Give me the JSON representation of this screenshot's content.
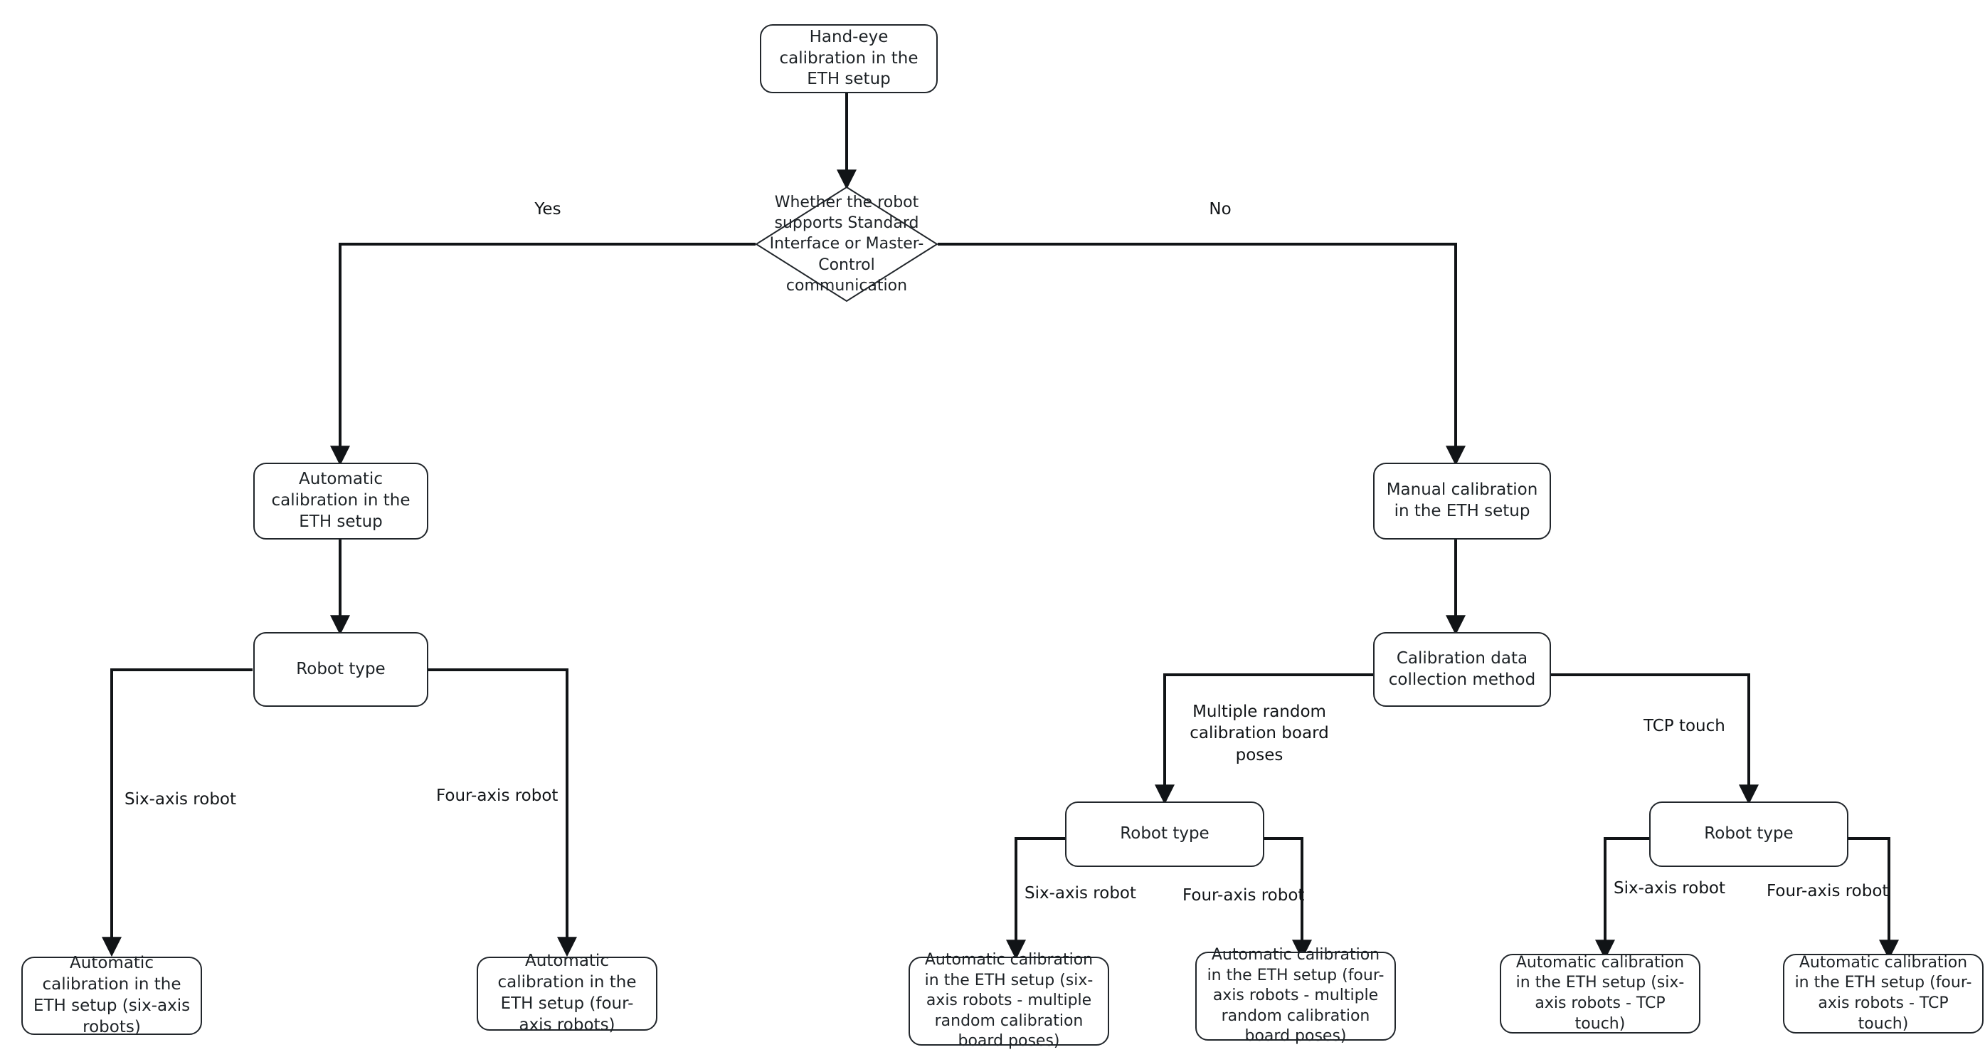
{
  "diagram": {
    "title": "Hand-eye calibration decision flow (ETH setup)",
    "type": "flowchart",
    "background_color": "#ffffff",
    "stroke_color": "#21262b",
    "text_color": "#1d2226"
  },
  "nodes": {
    "root": "Hand-eye calibration in the ETH setup",
    "decision_comm": "Whether the robot supports Standard Interface or Master-Control communication",
    "auto_eth": "Automatic calibration in the ETH setup",
    "manual_eth": "Manual calibration in the ETH setup",
    "robot_type_left": "Robot type",
    "collection_method": "Calibration data collection method",
    "robot_type_random": "Robot type",
    "robot_type_tcp": "Robot type",
    "leaf_auto_six": "Automatic calibration in the ETH setup (six-axis robots)",
    "leaf_auto_four": "Automatic calibration in the ETH setup (four-axis robots)",
    "leaf_random_six": "Automatic calibration in the ETH setup (six-axis robots - multiple random calibration board poses)",
    "leaf_random_four": "Automatic calibration in the ETH setup (four-axis robots - multiple random calibration board poses)",
    "leaf_tcp_six": "Automatic calibration in the ETH setup (six-axis robots - TCP touch)",
    "leaf_tcp_four": "Automatic calibration in the ETH setup (four-axis robots - TCP touch)"
  },
  "edge_labels": {
    "yes": "Yes",
    "no": "No",
    "six_axis_left": "Six-axis robot",
    "four_axis_left": "Four-axis robot",
    "multiple_random": "Multiple random\ncalibration board\nposes",
    "tcp_touch": "TCP touch",
    "six_axis_random": "Six-axis robot",
    "four_axis_random": "Four-axis robot",
    "six_axis_tcp": "Six-axis robot",
    "four_axis_tcp": "Four-axis robot"
  }
}
